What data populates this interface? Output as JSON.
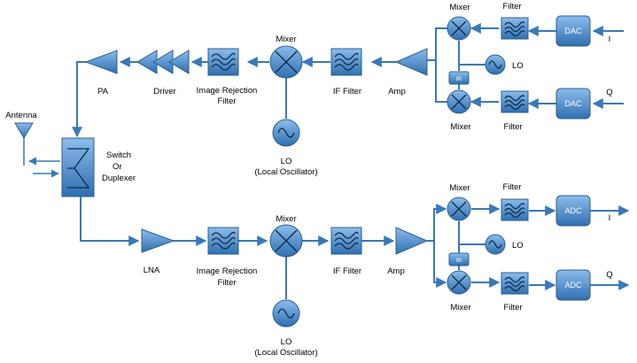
{
  "labels": {
    "antenna": "Antenna",
    "switch_line1": "Switch",
    "switch_line2": "Or",
    "switch_line3": "Duplexer",
    "pa": "PA",
    "driver": "Driver",
    "image_rejection_line1": "Image Rejection",
    "image_rejection_line2": "Filter",
    "mixer": "Mixer",
    "if_filter": "IF Filter",
    "amp": "Amp",
    "filter": "Filter",
    "lo": "LO",
    "lo_full_line1": "LO",
    "lo_full_line2": "(Local Oscillator)",
    "lna": "LNA",
    "dac": "DAC",
    "adc": "ADC",
    "i": "I",
    "q": "Q",
    "phase_90": "90"
  },
  "colors": {
    "block_light": "#7fb3e6",
    "block_dark": "#2f6fb0",
    "wire": "#3a78b8",
    "glyph": "#0c2a48"
  }
}
